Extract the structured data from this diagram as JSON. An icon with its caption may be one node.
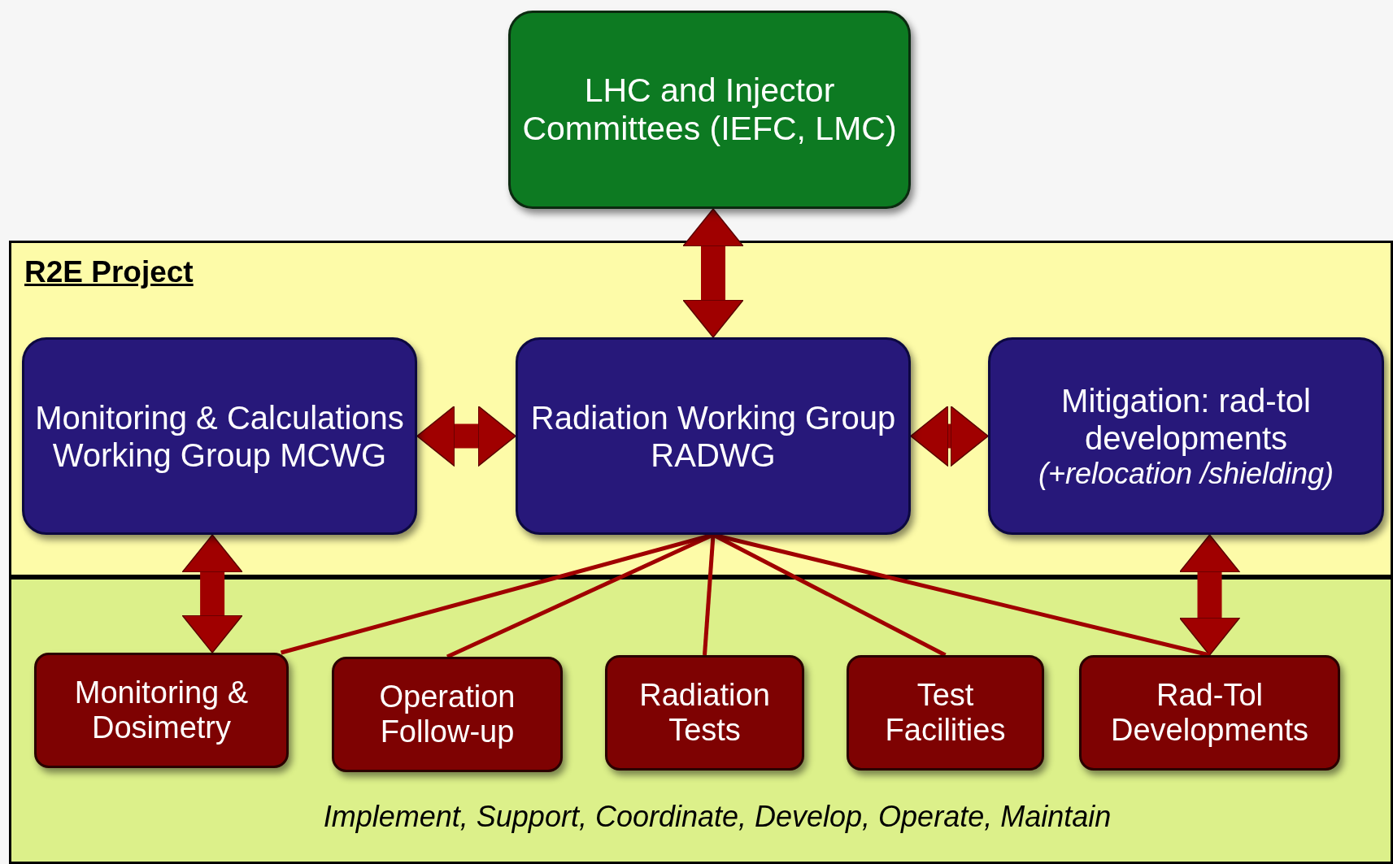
{
  "diagram": {
    "nodes": [
      {
        "text": [
          "LHC and Injector Committees (IEFC, LMC)"
        ]
      },
      {
        "text": [
          "R2E Project"
        ]
      },
      {
        "text": [
          "Monitoring & Calculations Working Group MCWG"
        ],
        "in": 1
      },
      {
        "text": [
          "Radiation Working Group RADWG"
        ],
        "in": 1
      },
      {
        "text": [
          "Mitigation: rad-tol developments",
          "(+relocation /shielding)"
        ],
        "in": 1
      },
      {
        "text": [
          "Implement, Support, Coordinate, Develop, Operate, Maintain"
        ]
      },
      {
        "text": [
          "Monitoring & Dosimetry"
        ],
        "in": 5
      },
      {
        "text": [
          "Operation Follow-up"
        ],
        "in": 5
      },
      {
        "text": [
          "Radiation Tests"
        ],
        "in": 5
      },
      {
        "text": [
          "Test Facilities"
        ],
        "in": 5
      },
      {
        "text": [
          "Rad-Tol Developments"
        ],
        "in": 5
      }
    ],
    "edges": [
      {
        "from": 0,
        "to": 3,
        "arrow": "both",
        "style": "thick"
      },
      {
        "from": 2,
        "to": 3,
        "arrow": "both",
        "style": "thick"
      },
      {
        "from": 3,
        "to": 4,
        "arrow": "both",
        "style": "thick"
      },
      {
        "from": 2,
        "to": 6,
        "arrow": "both",
        "style": "thick"
      },
      {
        "from": 4,
        "to": 10,
        "arrow": "both",
        "style": "thick"
      },
      {
        "from": 3,
        "to": 6,
        "arrow": "none"
      },
      {
        "from": 3,
        "to": 7,
        "arrow": "none"
      },
      {
        "from": 3,
        "to": 8,
        "arrow": "none"
      },
      {
        "from": 3,
        "to": 9,
        "arrow": "none"
      },
      {
        "from": 3,
        "to": 10,
        "arrow": "none"
      }
    ]
  }
}
